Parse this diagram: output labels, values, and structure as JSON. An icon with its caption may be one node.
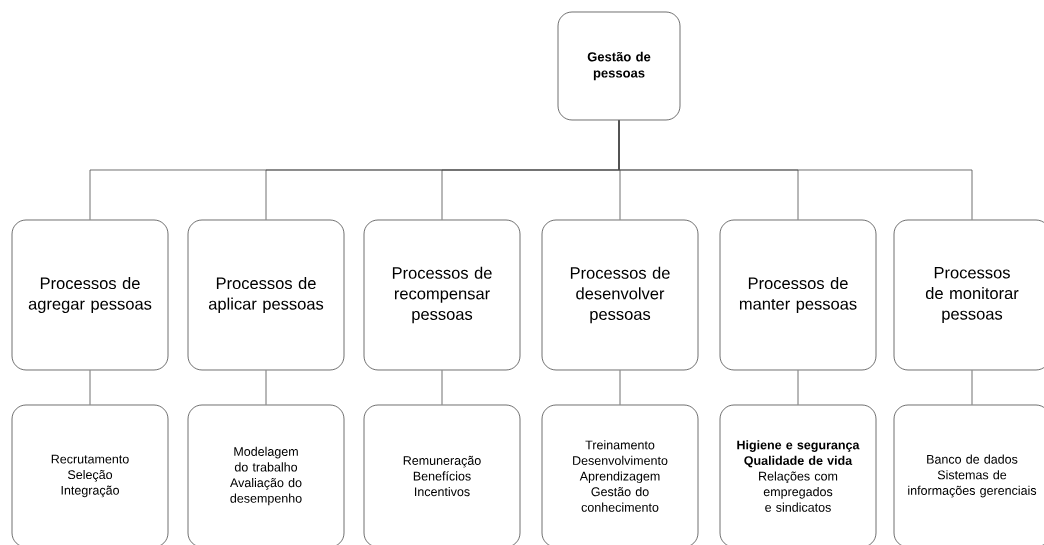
{
  "diagram": {
    "nodes": [
      {
        "text": [
          "Gestão de pessoas"
        ]
      },
      {
        "text": [
          "Processos de agregar pessoas"
        ]
      },
      {
        "text": [
          "Processos de aplicar pessoas"
        ]
      },
      {
        "text": [
          "Processos de recompensar pessoas"
        ]
      },
      {
        "text": [
          "Processos de desenvolver pessoas"
        ]
      },
      {
        "text": [
          "Processos de manter pessoas"
        ]
      },
      {
        "text": [
          "Processos de monitorar pessoas"
        ]
      },
      {
        "text": [
          "Recrutamento",
          "Seleção",
          "Integração"
        ]
      },
      {
        "text": [
          "Modelagem do trabalho",
          "Avaliação do desempenho"
        ]
      },
      {
        "text": [
          "Remuneração",
          "Benefícios",
          "Incentivos"
        ]
      },
      {
        "text": [
          "Treinamento",
          "Desenvolvimento",
          "Aprendizagem",
          "Gestão do conhecimento"
        ]
      },
      {
        "text": [
          "**Higiene e segurança**",
          "**Qualidade de vida**",
          "Relações com empregados e sindicatos"
        ]
      },
      {
        "text": [
          "Banco de dados",
          "Sistemas de informações gerenciais"
        ]
      }
    ],
    "edges": [
      {
        "from": 0,
        "to": 1,
        "arrow": "none"
      },
      {
        "from": 0,
        "to": 2,
        "arrow": "none"
      },
      {
        "from": 0,
        "to": 3,
        "arrow": "none"
      },
      {
        "from": 0,
        "to": 4,
        "arrow": "none"
      },
      {
        "from": 0,
        "to": 5,
        "arrow": "none"
      },
      {
        "from": 0,
        "to": 6,
        "arrow": "none"
      },
      {
        "from": 1,
        "to": 7,
        "arrow": "none"
      },
      {
        "from": 2,
        "to": 8,
        "arrow": "none"
      },
      {
        "from": 3,
        "to": 9,
        "arrow": "none"
      },
      {
        "from": 4,
        "to": 10,
        "arrow": "none"
      },
      {
        "from": 5,
        "to": 11,
        "arrow": "none"
      },
      {
        "from": 6,
        "to": 12,
        "arrow": "none"
      }
    ]
  }
}
